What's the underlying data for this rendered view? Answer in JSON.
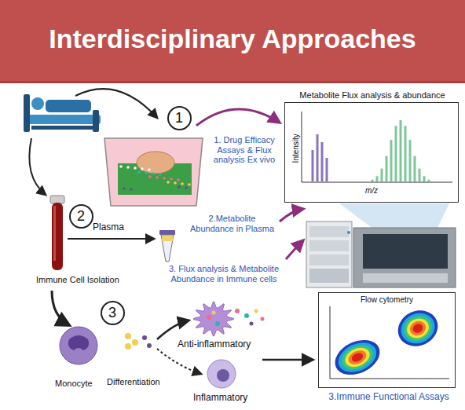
{
  "diagram": {
    "title": "Interdisciplinary Approaches",
    "nodes": [
      {
        "text": [
          "1"
        ]
      },
      {
        "text": [
          "2"
        ]
      },
      {
        "text": [
          "3"
        ]
      },
      {
        "text": [
          "Metabolite Flux analysis & abundance",
          "Intensity",
          "m/z"
        ]
      },
      {
        "text": [
          "Flow cytometry"
        ]
      }
    ],
    "labels": [
      "1. Drug Efficacy Assays & Flux analysis Ex vivo",
      "Plasma",
      "2.Metabolite Abundance in Plasma",
      "Immune Cell Isolation",
      "3. Flux analysis & Metabolite Abundance in Immune cells",
      "Monocyte",
      "Differentiation",
      "Anti-inflammatory",
      "Inflammatory",
      "3.Immune Functional Assays"
    ]
  }
}
